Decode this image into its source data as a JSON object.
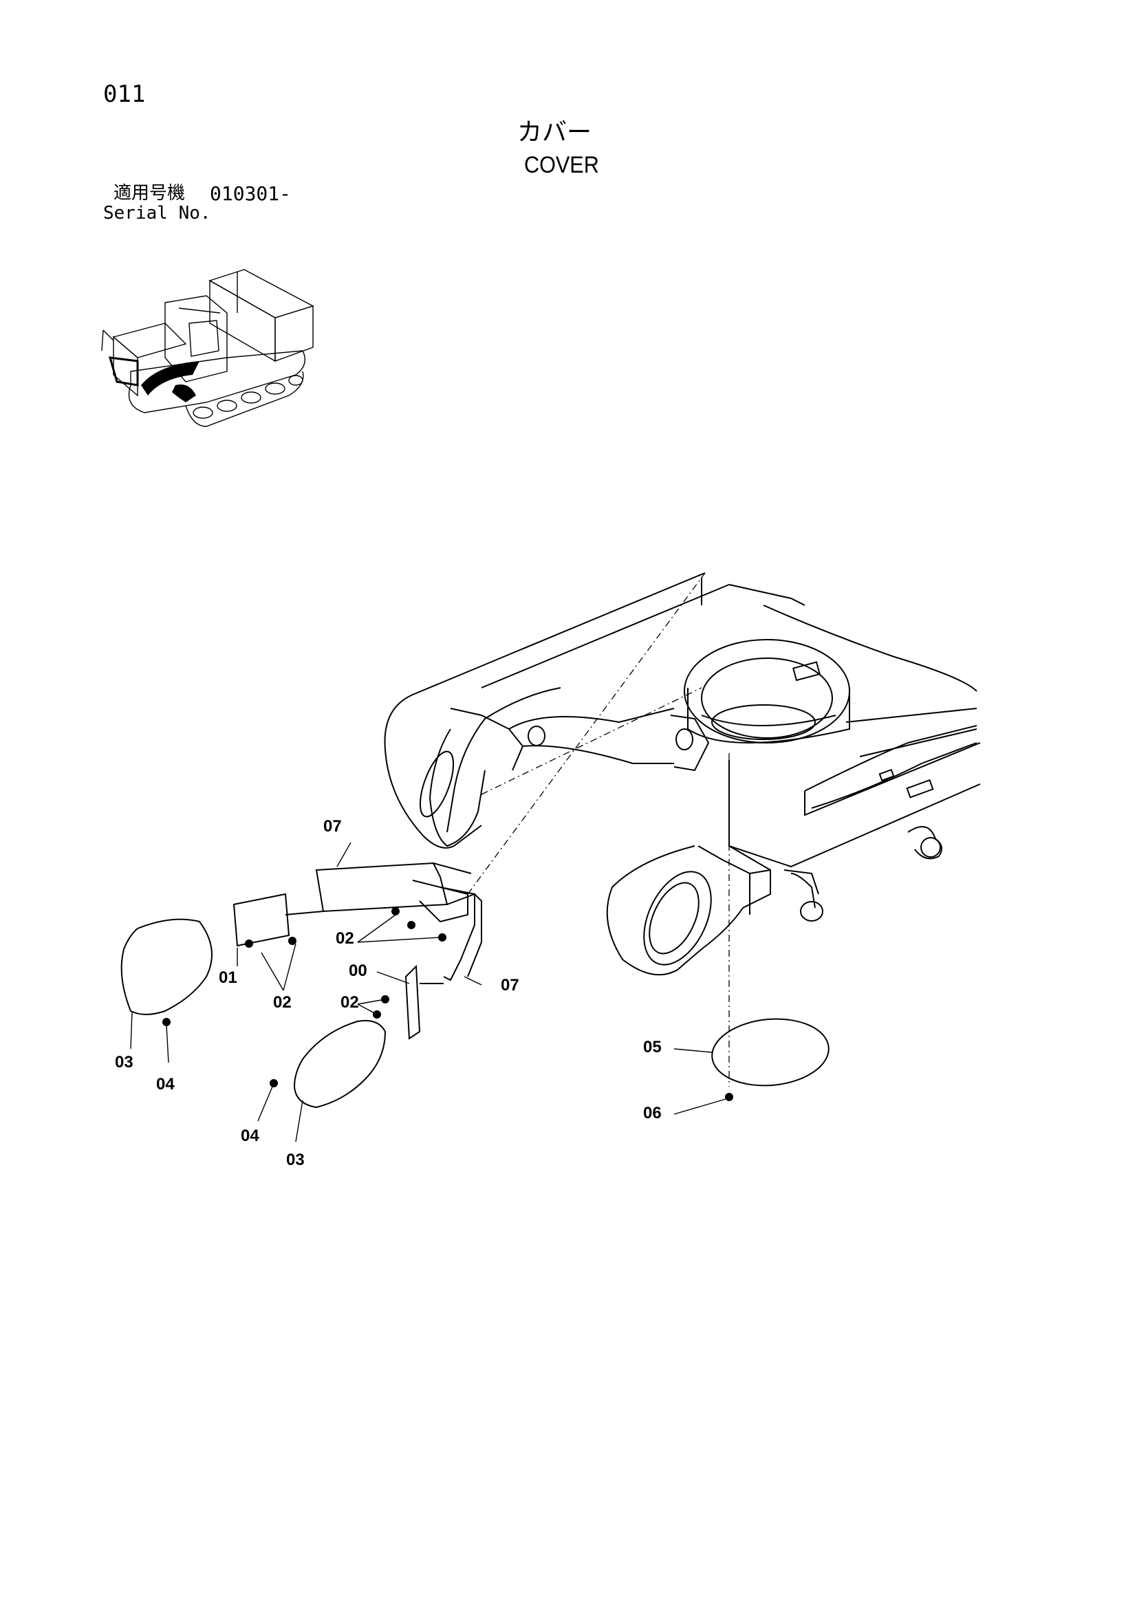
{
  "header": {
    "page_number": "011",
    "title_jp": "カバー",
    "title_en": "COVER",
    "serial_label_jp": "適用号機",
    "serial_value": "010301-",
    "serial_label_en": "Serial No."
  },
  "callouts": {
    "c07_top": "07",
    "c01": "01",
    "c02_a": "02",
    "c02_b": "02",
    "c02_c": "02",
    "c00": "00",
    "c07_right": "07",
    "c03_left": "03",
    "c04_left": "04",
    "c04_mid": "04",
    "c03_mid": "03",
    "c05": "05",
    "c06": "06"
  }
}
